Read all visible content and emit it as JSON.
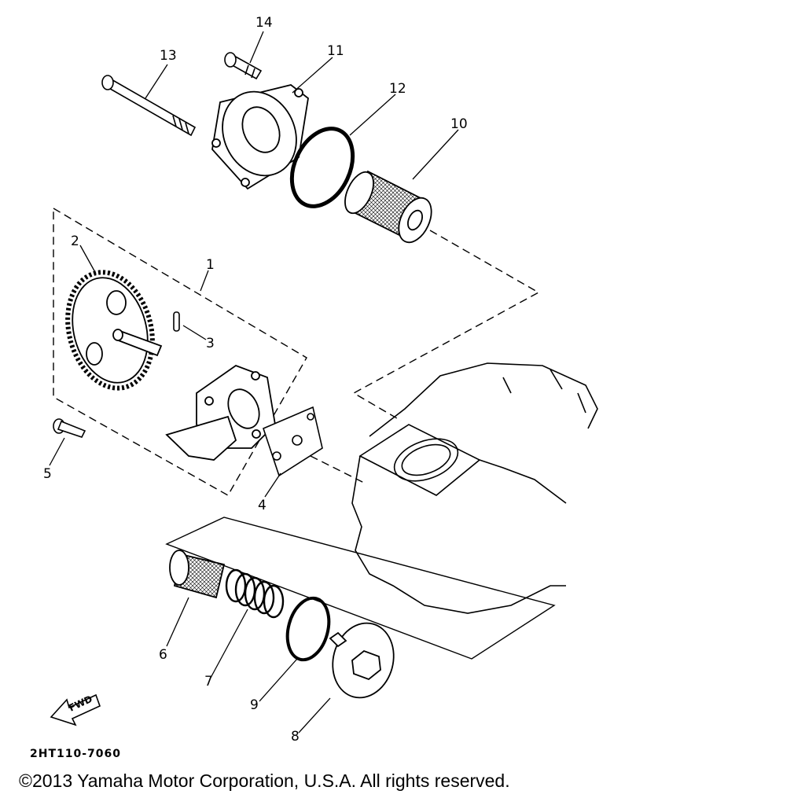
{
  "diagram": {
    "part_labels": [
      "1",
      "2",
      "3",
      "4",
      "5",
      "6",
      "7",
      "8",
      "9",
      "10",
      "11",
      "12",
      "13",
      "14"
    ],
    "fwd_label": "FWD",
    "drawing_code": "2HT110-7060"
  },
  "footer": {
    "copyright": "©2013 Yamaha Motor Corporation, U.S.A. All rights reserved."
  }
}
